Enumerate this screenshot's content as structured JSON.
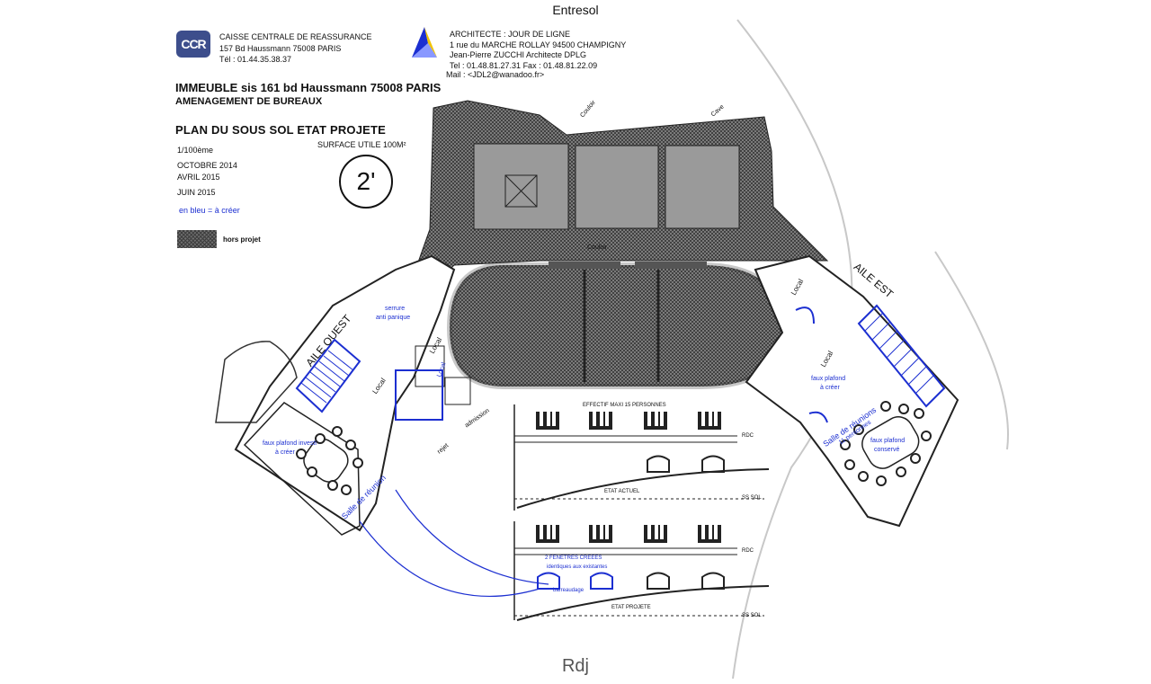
{
  "viewer": {
    "floor_above": "Entresol",
    "floor_below": "Rdj"
  },
  "client": {
    "logo_text": "CCR",
    "name": "CAISSE CENTRALE DE REASSURANCE",
    "address": "157 Bd Haussmann 75008 PARIS",
    "phone": "Tél : 01.44.35.38.37"
  },
  "architect": {
    "line1": "ARCHITECTE : JOUR DE LIGNE",
    "line2": "1 rue du MARCHE ROLLAY 94500 CHAMPIGNY",
    "line3": "Jean-Pierre ZUCCHI Architecte DPLG",
    "line4": "Tel : 01.48.81.27.31     Fax : 01.48.81.22.09",
    "line5": "Mail : <JDL2@wanadoo.fr>"
  },
  "project": {
    "building": "IMMEUBLE sis 161 bd Haussmann 75008 PARIS",
    "subject": "AMENAGEMENT DE BUREAUX",
    "plan_title": "PLAN DU SOUS SOL ETAT PROJETE",
    "surface": "SURFACE UTILE 100M²",
    "scale": "1/100ème",
    "dates": [
      "OCTOBRE 2014",
      "AVRIL 2015",
      "JUIN 2015"
    ],
    "sheet_number": "2'"
  },
  "legend": {
    "blue_note": "en bleu = à créer",
    "hatch_label": "hors projet"
  },
  "plan_labels": {
    "couloir_top": "Couloir",
    "cave": "Cave",
    "couloir_mid": "Couloir",
    "aile_ouest": "AILE OUEST",
    "aile_est": "AILE EST",
    "serrure": "serrure",
    "anti_panique": "anti panique",
    "local_1": "Local",
    "local_2": "Local",
    "local_3": "Local",
    "local_4": "Local",
    "local_5": "Local",
    "admission": "admission",
    "rejet": "rejet",
    "faux_plafond_ouest_1": "faux plafond investi",
    "faux_plafond_ouest_2": "à créer",
    "salle_ouest": "Salle de réunion",
    "faux_plafond_est_1": "faux plafond",
    "faux_plafond_est_2": "à créer",
    "salle_est": "Salle de réunions",
    "salle_est_capacity": "11 personnes",
    "faux_plafond_conserve_1": "faux plafond",
    "faux_plafond_conserve_2": "conservé"
  },
  "elevations": {
    "actuel_effectif": "EFFECTIF MAXI 15 PERSONNES",
    "actuel_label": "ETAT ACTUEL",
    "projete_note1": "2 FENETRES CREEES",
    "projete_note2": "identiques aux existantes",
    "projete_note3": "barreaudage",
    "projete_label": "ETAT PROJETE",
    "rdc": "RDC",
    "ss_sol": "SS SOL"
  },
  "colors": {
    "ink": "#111111",
    "blue": "#1c2fd1",
    "hatch": "#5a5a5a"
  }
}
